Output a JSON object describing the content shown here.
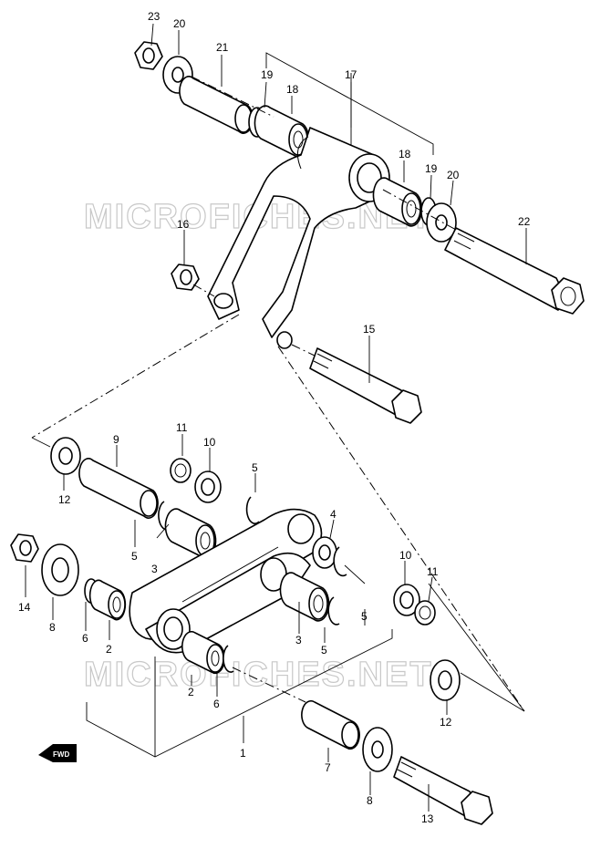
{
  "watermark": "MICROFICHES.NET",
  "fwd_label": "FWD",
  "labels": [
    {
      "id": "l23a",
      "text": "23"
    },
    {
      "id": "l20a",
      "text": "20"
    },
    {
      "id": "l21",
      "text": "21"
    },
    {
      "id": "l19a",
      "text": "19"
    },
    {
      "id": "l18a",
      "text": "18"
    },
    {
      "id": "l17",
      "text": "17"
    },
    {
      "id": "l18b",
      "text": "18"
    },
    {
      "id": "l19b",
      "text": "19"
    },
    {
      "id": "l20b",
      "text": "20"
    },
    {
      "id": "l22",
      "text": "22"
    },
    {
      "id": "l16",
      "text": "16"
    },
    {
      "id": "l15",
      "text": "15"
    },
    {
      "id": "l9",
      "text": "9"
    },
    {
      "id": "l11a",
      "text": "11"
    },
    {
      "id": "l10a",
      "text": "10"
    },
    {
      "id": "l5a",
      "text": "5"
    },
    {
      "id": "l12a",
      "text": "12"
    },
    {
      "id": "l4",
      "text": "4"
    },
    {
      "id": "l5b",
      "text": "5"
    },
    {
      "id": "l3a",
      "text": "3"
    },
    {
      "id": "l10b",
      "text": "10"
    },
    {
      "id": "l11b",
      "text": "11"
    },
    {
      "id": "l14",
      "text": "14"
    },
    {
      "id": "l8a",
      "text": "8"
    },
    {
      "id": "l6a",
      "text": "6"
    },
    {
      "id": "l2a",
      "text": "2"
    },
    {
      "id": "l3b",
      "text": "3"
    },
    {
      "id": "l5c",
      "text": "5"
    },
    {
      "id": "l5d",
      "text": "5"
    },
    {
      "id": "l2b",
      "text": "2"
    },
    {
      "id": "l6b",
      "text": "6"
    },
    {
      "id": "l12b",
      "text": "12"
    },
    {
      "id": "l1",
      "text": "1"
    },
    {
      "id": "l7",
      "text": "7"
    },
    {
      "id": "l8b",
      "text": "8"
    },
    {
      "id": "l13",
      "text": "13"
    }
  ]
}
